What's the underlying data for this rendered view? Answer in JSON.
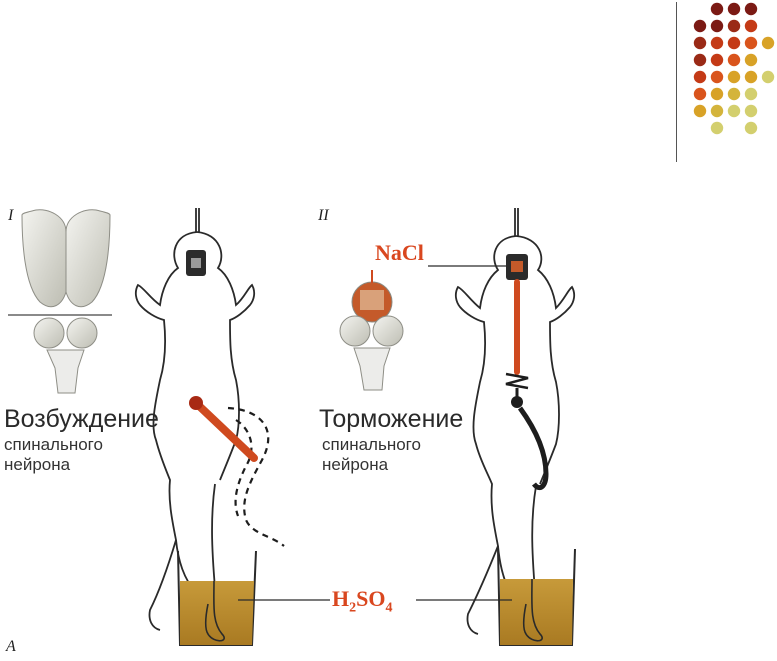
{
  "colors": {
    "decor_dots": [
      "#7b1a14",
      "#9a2a16",
      "#c43a16",
      "#d9541c",
      "#d8a227",
      "#d4b43b",
      "#d3cf6e"
    ],
    "chemical_label": "#d9471f",
    "liquid": "#b88a2a",
    "stimulus": "#cf4a1f"
  },
  "panel_1": {
    "numeral": "I",
    "label_title": "Возбуждение",
    "label_line1": "спинального",
    "label_line2": "нейрона",
    "corner_letter": "А"
  },
  "panel_2": {
    "numeral": "II",
    "chemical": "NaCl",
    "label_title": "Торможение",
    "label_line1": "спинального",
    "label_line2": "нейрона"
  },
  "acid": {
    "base": "H",
    "sub1": "2",
    "mid": "SO",
    "sub2": "4"
  },
  "icons": {
    "decor": "dot-grid-decoration",
    "brain_intact": "frog-brain-icon",
    "brain_stimulated": "frog-brain-salt-icon",
    "frog_1": "frog-outline-icon",
    "frog_2": "frog-outline-icon",
    "beaker": "acid-beaker-icon"
  }
}
